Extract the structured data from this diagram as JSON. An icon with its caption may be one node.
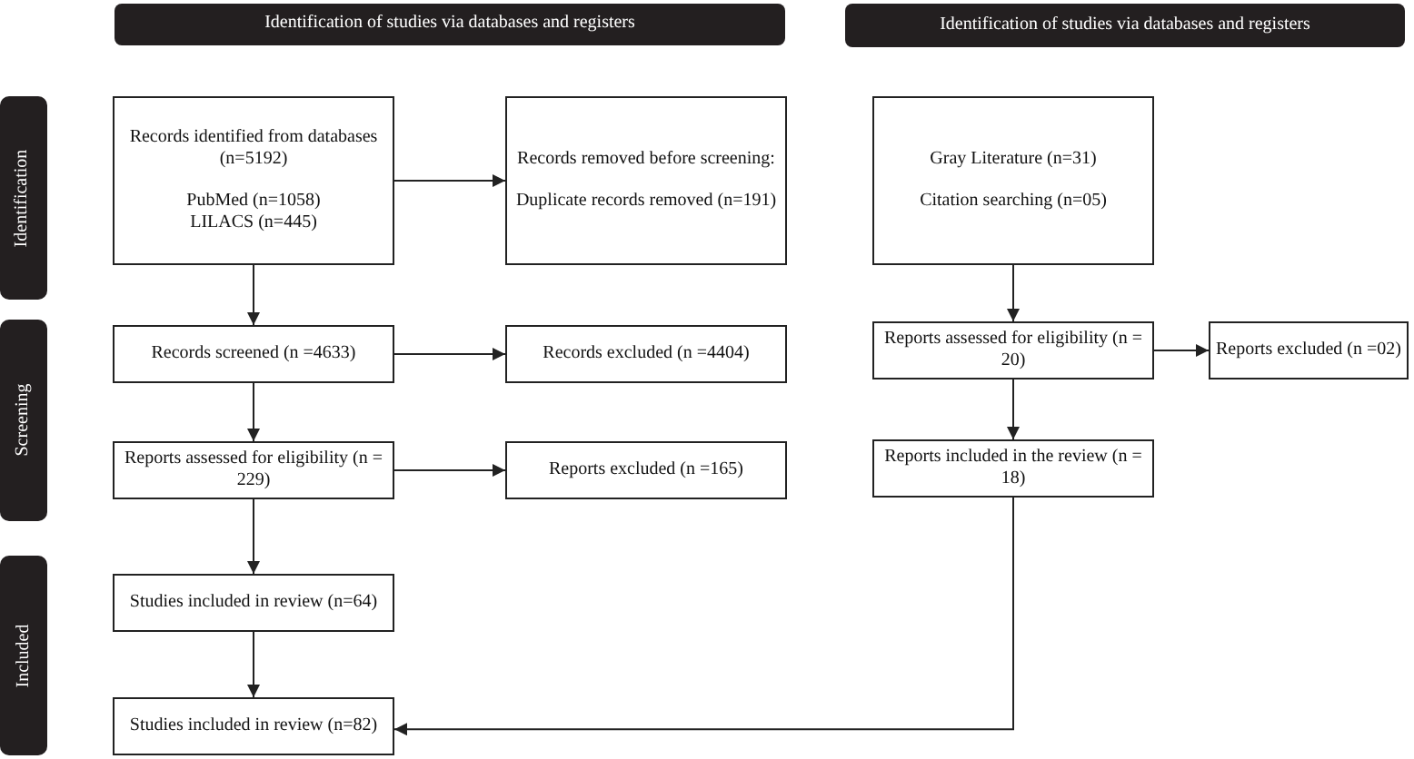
{
  "diagram": {
    "nodes": [
      {
        "text": [
          "Identification of studies via databases and registers"
        ]
      },
      {
        "text": [
          "Identification of studies via databases and registers"
        ]
      },
      {
        "text": [
          "Identification"
        ]
      },
      {
        "text": [
          "Screening"
        ]
      },
      {
        "text": [
          "Included"
        ]
      },
      {
        "text": [
          "Records identified from databases (n=5192)",
          "PubMed (n=1058)",
          "LILACS (n=445)"
        ]
      },
      {
        "text": [
          "Records removed before screening:",
          "Duplicate records removed (n=191)"
        ]
      },
      {
        "text": [
          "Gray Literature (n=31)",
          "Citation searching (n=05)"
        ]
      },
      {
        "text": [
          "Records screened (n =4633)"
        ]
      },
      {
        "text": [
          "Records excluded (n =4404)"
        ]
      },
      {
        "text": [
          "Reports assessed for eligibility (n = 20)"
        ]
      },
      {
        "text": [
          "Reports excluded (n =02)"
        ]
      },
      {
        "text": [
          "Reports assessed for eligibility (n = 229)"
        ]
      },
      {
        "text": [
          "Reports excluded (n =165)"
        ]
      },
      {
        "text": [
          "Reports included in the review (n = 18)"
        ]
      },
      {
        "text": [
          "Studies included in review (n=64)"
        ]
      },
      {
        "text": [
          "Studies included in review (n=82)"
        ]
      }
    ],
    "edges": [
      {
        "from": 5,
        "to": 6,
        "arrow": "to"
      },
      {
        "from": 5,
        "to": 8,
        "arrow": "to"
      },
      {
        "from": 8,
        "to": 9,
        "arrow": "to"
      },
      {
        "from": 8,
        "to": 12,
        "arrow": "to"
      },
      {
        "from": 12,
        "to": 13,
        "arrow": "to"
      },
      {
        "from": 12,
        "to": 15,
        "arrow": "to"
      },
      {
        "from": 15,
        "to": 16,
        "arrow": "to"
      },
      {
        "from": 7,
        "to": 10,
        "arrow": "to"
      },
      {
        "from": 10,
        "to": 11,
        "arrow": "to"
      },
      {
        "from": 10,
        "to": 14,
        "arrow": "to"
      },
      {
        "from": 14,
        "to": 16,
        "arrow": "to"
      }
    ]
  }
}
